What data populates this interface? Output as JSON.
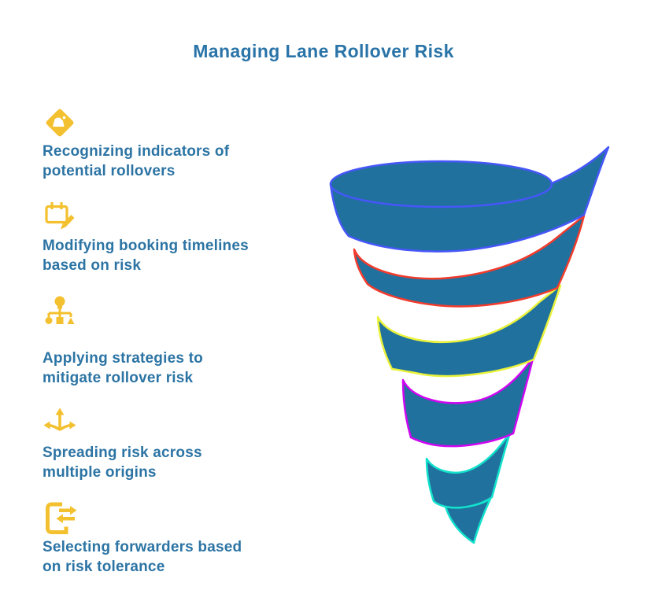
{
  "title": "Managing Lane Rollover Risk",
  "colors": {
    "background": "#FFFFFF",
    "title-text": "#2A74A8",
    "body-text": "#2C74A4",
    "icon": "#F3C12F",
    "funnel-fill": "#21719E"
  },
  "items": [
    {
      "icon": "rollover-warning-icon",
      "lines": [
        "Recognizing indicators of",
        "potential rollovers"
      ]
    },
    {
      "icon": "calendar-edit-icon",
      "lines": [
        "Modifying booking timelines",
        "based on risk"
      ]
    },
    {
      "icon": "strategy-hierarchy-icon",
      "lines": [
        "Applying strategies to",
        "mitigate rollover risk"
      ]
    },
    {
      "icon": "spread-arrows-icon",
      "lines": [
        "Spreading risk across",
        "multiple origins"
      ]
    },
    {
      "icon": "forwarder-transfer-icon",
      "lines": [
        "Selecting forwarders based",
        "on risk tolerance"
      ]
    }
  ],
  "funnel": {
    "type": "spiral-funnel",
    "levels": 5,
    "band_colors": [
      "#4656F8",
      "#F23B2C",
      "#E9F23B",
      "#CF06F2",
      "#12E2CC"
    ]
  }
}
